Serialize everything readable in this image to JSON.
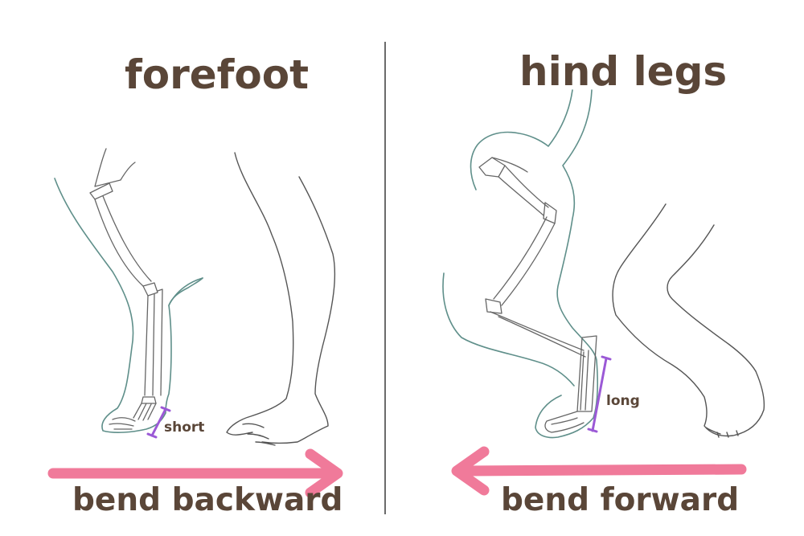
{
  "left_panel": {
    "title": "forefoot",
    "segment_label": "short",
    "caption": "bend backward"
  },
  "right_panel": {
    "title": "hind legs",
    "segment_label": "long",
    "caption": "bend forward"
  },
  "colors": {
    "text": "#5a4638",
    "arrow": "#f07a9a",
    "bracket": "#9b59d6",
    "divider": "#6b6b6b",
    "animal_outline": "#5f8f8a",
    "bone_line": "#666666",
    "human_outline": "#555555"
  }
}
